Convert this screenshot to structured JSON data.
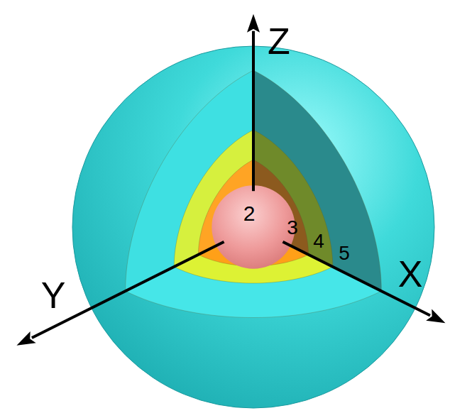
{
  "diagram": {
    "labels": [
      "Z",
      "Y",
      "X",
      "2",
      "3",
      "4",
      "5"
    ]
  }
}
